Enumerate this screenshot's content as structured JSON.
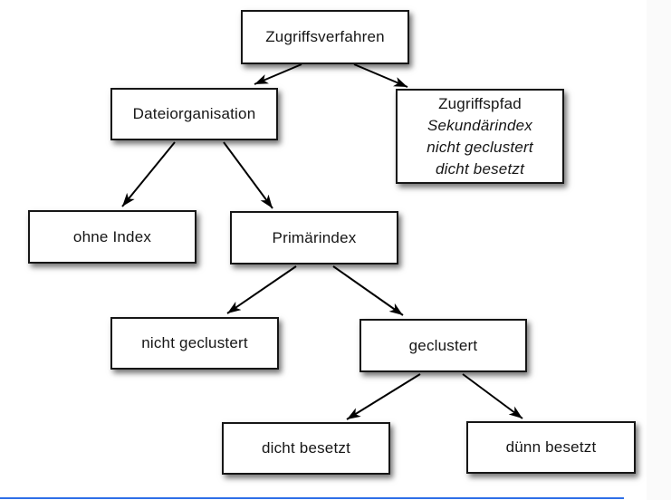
{
  "page": {
    "background": "#ffffff",
    "right_margin_color": "#fafafa",
    "bottom_line_color": "#2f6fe8"
  },
  "diagram": {
    "type": "tree",
    "nodes": {
      "zugriffsverfahren": {
        "label": "Zugriffsverfahren"
      },
      "dateiorganisation": {
        "label": "Dateiorganisation"
      },
      "zugriffspfad": {
        "line1": "Zugriffspfad",
        "line2": "Sekundärindex",
        "line3": "nicht geclustert",
        "line4": "dicht besetzt"
      },
      "ohne_index": {
        "label": "ohne Index"
      },
      "primaerindex": {
        "label": "Primärindex"
      },
      "nicht_geclustert": {
        "label": "nicht geclustert"
      },
      "geclustert": {
        "label": "geclustert"
      },
      "dicht_besetzt": {
        "label": "dicht besetzt"
      },
      "duenn_besetzt": {
        "label": "dünn besetzt"
      }
    },
    "edges": [
      {
        "from": "Zugriffsverfahren",
        "to": "Dateiorganisation"
      },
      {
        "from": "Zugriffsverfahren",
        "to": "Zugriffspfad"
      },
      {
        "from": "Dateiorganisation",
        "to": "ohne Index"
      },
      {
        "from": "Dateiorganisation",
        "to": "Primärindex"
      },
      {
        "from": "Primärindex",
        "to": "nicht geclustert"
      },
      {
        "from": "Primärindex",
        "to": "geclustert"
      },
      {
        "from": "geclustert",
        "to": "dicht besetzt"
      },
      {
        "from": "geclustert",
        "to": "dünn besetzt"
      }
    ],
    "colors": {
      "box_border": "#161616",
      "box_background": "#ffffff",
      "arrow": "#000000",
      "text": "#161616"
    }
  }
}
